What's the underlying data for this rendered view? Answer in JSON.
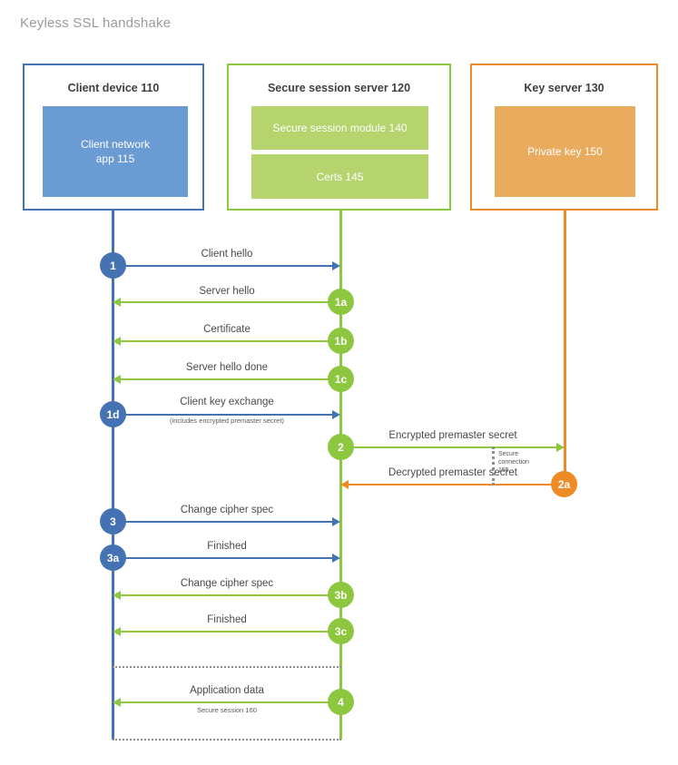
{
  "title": "Keyless SSL handshake",
  "actors": [
    {
      "id": "client",
      "label": "Client device 110",
      "color": "#4472b3",
      "inner": [
        {
          "label": "Client network\napp 115",
          "color": "#6a9bd2"
        }
      ]
    },
    {
      "id": "server",
      "label": "Secure session server 120",
      "color": "#8dc63f",
      "inner": [
        {
          "label": "Secure session module 140",
          "color": "#b5d46e"
        },
        {
          "label": "Certs 145",
          "color": "#b5d46e"
        }
      ]
    },
    {
      "id": "key",
      "label": "Key server 130",
      "color": "#ef8b26",
      "inner": [
        {
          "label": "Private key 150",
          "color": "#e9ab5e"
        }
      ]
    }
  ],
  "messages": [
    {
      "step": "1",
      "label": "Client hello",
      "sub": "",
      "from": "client",
      "to": "server",
      "color": "#4472b3"
    },
    {
      "step": "1a",
      "label": "Server hello",
      "sub": "",
      "from": "server",
      "to": "client",
      "color": "#8dc63f"
    },
    {
      "step": "1b",
      "label": "Certificate",
      "sub": "",
      "from": "server",
      "to": "client",
      "color": "#8dc63f"
    },
    {
      "step": "1c",
      "label": "Server hello done",
      "sub": "",
      "from": "server",
      "to": "client",
      "color": "#8dc63f"
    },
    {
      "step": "1d",
      "label": "Client key exchange",
      "sub": "(includes encrypted premaster secret)",
      "from": "client",
      "to": "server",
      "color": "#4472b3"
    },
    {
      "step": "2",
      "label": "Encrypted premaster secret",
      "sub": "",
      "from": "server",
      "to": "key",
      "color": "#8dc63f"
    },
    {
      "step": "2a",
      "label": "Decrypted premaster secret",
      "sub": "",
      "from": "key",
      "to": "server",
      "color": "#ef8b26"
    },
    {
      "step": "3",
      "label": "Change cipher spec",
      "sub": "",
      "from": "client",
      "to": "server",
      "color": "#4472b3"
    },
    {
      "step": "3a",
      "label": "Finished",
      "sub": "",
      "from": "client",
      "to": "server",
      "color": "#4472b3"
    },
    {
      "step": "3b",
      "label": "Change cipher spec",
      "sub": "",
      "from": "server",
      "to": "client",
      "color": "#8dc63f"
    },
    {
      "step": "3c",
      "label": "Finished",
      "sub": "",
      "from": "server",
      "to": "client",
      "color": "#8dc63f"
    },
    {
      "step": "4",
      "label": "Application data",
      "sub": "Secure session 160",
      "from": "server",
      "to": "client",
      "color": "#8dc63f"
    }
  ],
  "annotations": {
    "secure_connection": "Secure\nconnection\n155",
    "secure_session": "Secure session 160"
  },
  "colors": {
    "blue": "#4472b3",
    "blue_fill": "#6a9bd2",
    "green": "#8dc63f",
    "green_fill": "#b5d46e",
    "orange": "#ef8b26",
    "orange_fill": "#e9ab5e",
    "title_text": "#9b9b9b",
    "label_text": "#4a4a4a"
  }
}
